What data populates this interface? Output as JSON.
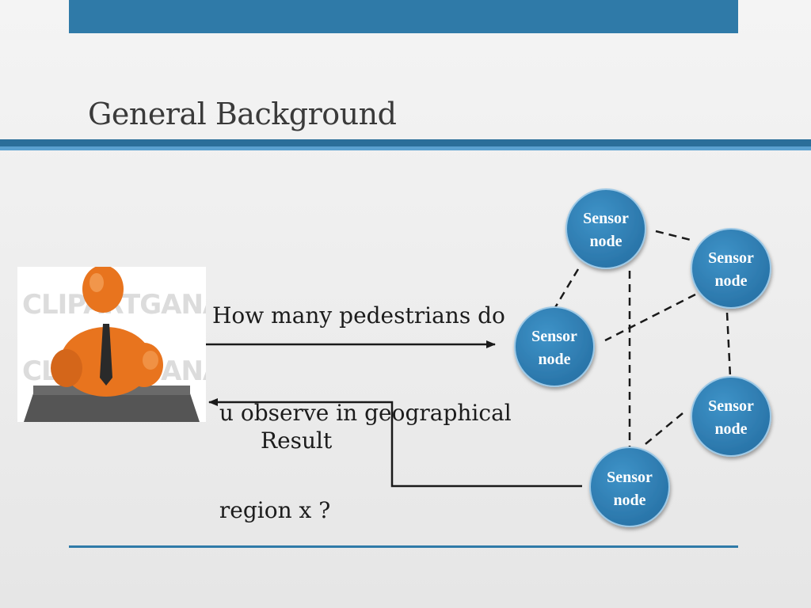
{
  "slide": {
    "title": "General Background",
    "question_lines": [
      "How many pedestrians do",
      " u observe in geographical",
      " region x ?"
    ],
    "result_label": "Result",
    "clipart_watermark": "CLIPARTGANA"
  },
  "network": {
    "node_color": "#2e7eb3",
    "nodes": [
      {
        "id": "n1",
        "line1": "Sensor",
        "line2": "node"
      },
      {
        "id": "n2",
        "line1": "Sensor",
        "line2": "node"
      },
      {
        "id": "n3",
        "line1": "Sensor",
        "line2": "node"
      },
      {
        "id": "n4",
        "line1": "Sensor",
        "line2": "node"
      },
      {
        "id": "n5",
        "line1": "Sensor",
        "line2": "node"
      }
    ]
  },
  "colors": {
    "accent": "#2f7aa8",
    "figure_orange": "#e8741e",
    "podium": "#555555"
  }
}
